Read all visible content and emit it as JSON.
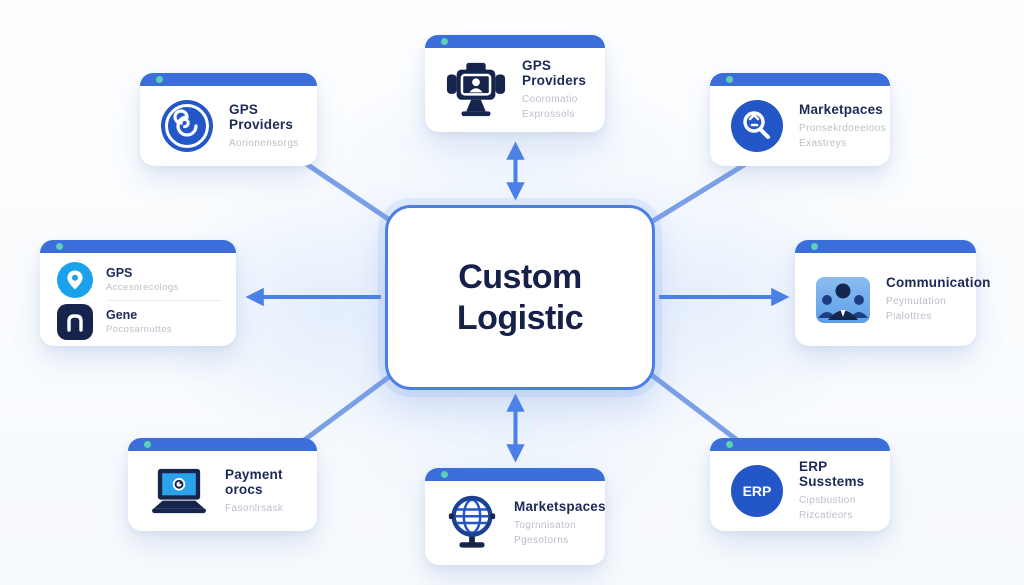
{
  "center_node": {
    "line1": "Custom",
    "line2": "Logistic"
  },
  "cards": {
    "top_left": {
      "title": "GPS Providers",
      "subtitle1": "Aorionensorgs",
      "icon": "spiral-icon"
    },
    "top_center": {
      "title": "GPS Providers",
      "subtitle1": "Cooromatio",
      "subtitle2": "Exprossols",
      "icon": "gps-device-icon"
    },
    "top_right": {
      "title": "Marketpaces",
      "subtitle1": "Pronsekrdoeeioos",
      "subtitle2": "Exastreys",
      "icon": "marketplace-search-icon"
    },
    "mid_left": {
      "rows": [
        {
          "title": "GPS",
          "subtitle": "Accesorecologs",
          "icon": "location-pin-icon"
        },
        {
          "title": "Gene",
          "subtitle": "Pocosarnuttes",
          "icon": "bracket-icon"
        }
      ]
    },
    "mid_right": {
      "title": "Communication",
      "subtitle1": "Peymutation",
      "subtitle2": "Pialottres",
      "icon": "people-icon"
    },
    "bottom_left": {
      "title": "Payment orocs",
      "subtitle1": "Fasonlrsask",
      "icon": "laptop-payment-icon"
    },
    "bottom_center": {
      "title": "Marketspaces",
      "subtitle1": "Togrnnisaton",
      "subtitle2": "Pgesotorns",
      "icon": "desk-globe-icon"
    },
    "bottom_right": {
      "title": "ERP Susstems",
      "subtitle1": "Cipsbustion",
      "subtitle2": "Rizcatieors",
      "icon": "erp-badge-icon",
      "badge": "ERP"
    }
  },
  "colors": {
    "header_blue": "#3b6ed8",
    "accent_blue": "#2356c7",
    "arrow_blue": "#4a80e8",
    "diagonal_blue": "#7aa0e6",
    "teal_dot": "#5ecfb7",
    "title_navy": "#1c2a58",
    "subtitle_gray": "#b9bfca",
    "light_blue": "#19a1ec",
    "navy_icon": "#16254c"
  }
}
